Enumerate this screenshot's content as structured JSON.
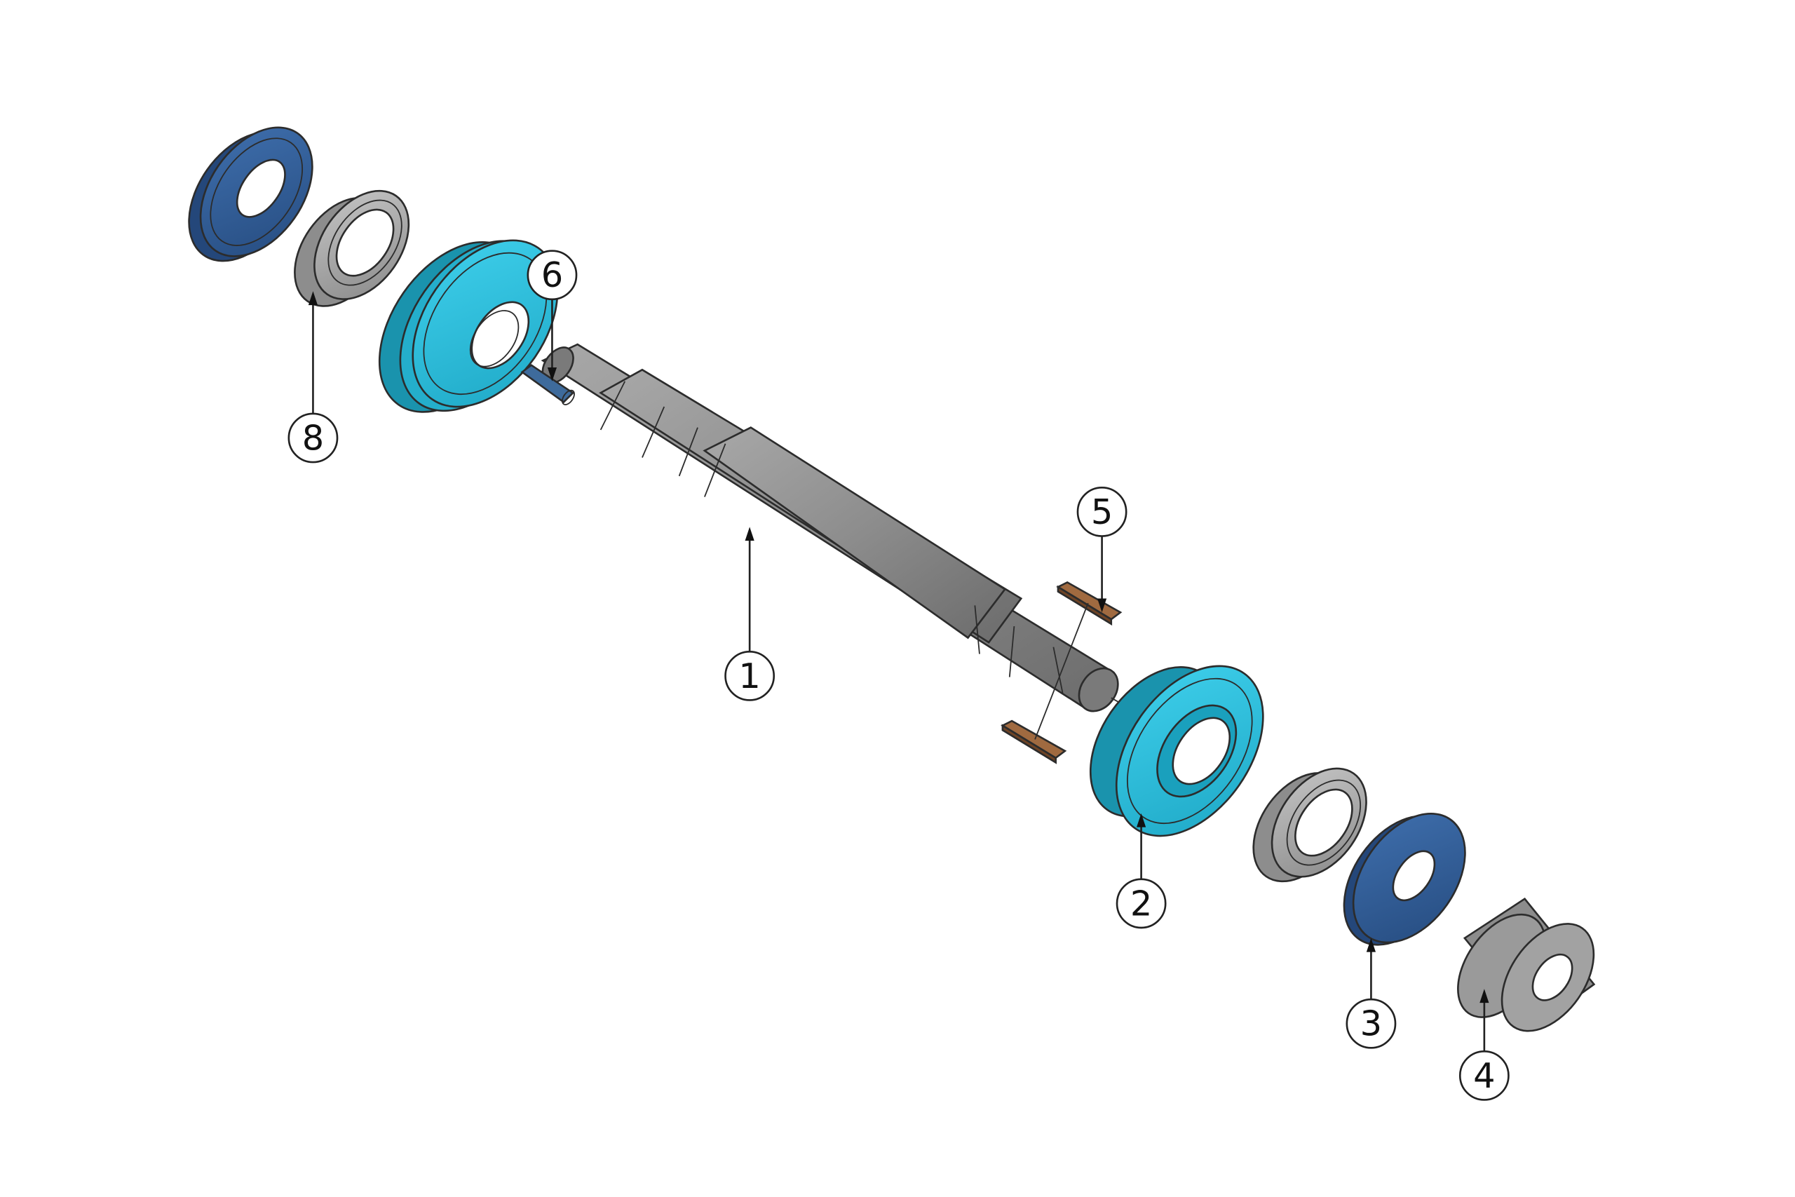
{
  "colors": {
    "shaft": "#8e8e8e",
    "shaft_dark": "#6f6f6f",
    "shaft_light": "#a6a6a6",
    "housing": "#27b6d4",
    "housing_light": "#36c8e6",
    "housing_dark": "#1b93ad",
    "cover": "#2e5890",
    "cover_light": "#3c6aa6",
    "bearing": "#9b9b9b",
    "bearing_light": "#c4c4c4",
    "key": "#7b4e2c",
    "key_light": "#a16a40"
  },
  "balloons": [
    {
      "id": "1",
      "label": "1"
    },
    {
      "id": "2",
      "label": "2"
    },
    {
      "id": "3",
      "label": "3"
    },
    {
      "id": "4",
      "label": "4"
    },
    {
      "id": "5",
      "label": "5"
    },
    {
      "id": "6",
      "label": "6"
    },
    {
      "id": "8",
      "label": "8"
    }
  ]
}
